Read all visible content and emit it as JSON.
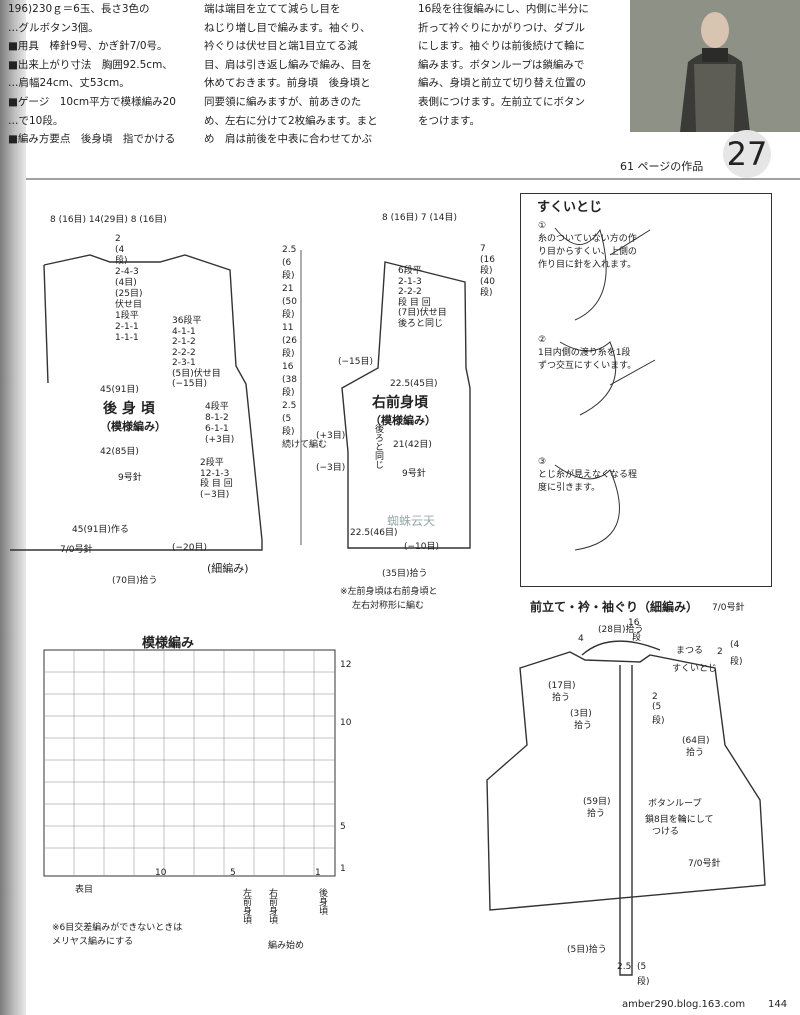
{
  "header": {
    "col1": [
      "196)230ｇ＝6玉、長さ3色の",
      "…グルボタン3個。",
      "■用具　棒針9号、かぎ針7/0号。",
      "■出来上がり寸法　胸囲92.5cm、",
      "…肩幅24cm、丈53cm。",
      "■ゲージ　10cm平方で模様編み20",
      "…で10段。",
      "■編み方要点　後身頃　指でかける"
    ],
    "col2": [
      "端は端目を立てて減らし目を",
      "ねじり増し目で編みます。袖ぐり、",
      "衿ぐりは伏せ目と端1目立てる減",
      "目、肩は引き返し編みで編み、目を",
      "休めておきます。前身頃　後身頃と",
      "同要領に編みますが、前あきのた",
      "め、左右に分けて2枚編みます。まと",
      "め　肩は前後を中表に合わせてかぶ"
    ],
    "col3": [
      "16段を往復編みにし、内側に半分に",
      "折って衿ぐりにかがりつけ、ダブル",
      "にします。袖ぐりは前後続けて輪に",
      "編みます。ボタンループは鎖編みで",
      "編み、身頃と前立て切り替え位置の",
      "表側につけます。左前立てにボタン",
      "をつけます。"
    ]
  },
  "page_ref": "61 ページの作品",
  "page_number": "27",
  "footer": {
    "blog": "amber290.blog.163.com",
    "page": "144"
  },
  "back": {
    "title": "後 身 頃",
    "pattern": "（模様編み）",
    "needle": "9号針",
    "top_w": [
      "8",
      "(16目)",
      "14(29目)",
      "8",
      "(16目)"
    ],
    "neck": [
      "2",
      "(4",
      "段)",
      "2-4-3",
      "(4目)",
      "(25目)",
      "伏せ目",
      "1段平",
      "2-1-1",
      "1-1-1"
    ],
    "arm": [
      "36段平",
      "4-1-1",
      "2-1-2",
      "2-2-2",
      "2-3-1",
      "(5目)伏せ目",
      "(−15目)"
    ],
    "w45": "45(91目)",
    "w42": "42(85目)",
    "side": [
      "4段平",
      "8-1-2",
      "6-1-1",
      "(+3目)"
    ],
    "side2": [
      "2段平",
      "12-1-3",
      "段 目 回",
      "(−3目)"
    ],
    "bottom": [
      "45(91目)作る",
      "7/0号針",
      "(−20目)",
      "(細編み)",
      "(70目)拾う"
    ]
  },
  "vertical": [
    "2.5",
    "(6",
    "段)",
    "21",
    "(50",
    "段)",
    "11",
    "(26",
    "段)",
    "16",
    "(38",
    "段)",
    "2.5",
    "(5",
    "段)",
    "続けて編む"
  ],
  "front": {
    "title": "右前身頃",
    "pattern": "（模様編み）",
    "needle": "9号針",
    "top_w": [
      "8",
      "(16目)",
      "7",
      "(14目)"
    ],
    "height": [
      "7",
      "(16",
      "段)",
      "(40",
      "段)"
    ],
    "shoulder": [
      "6段平",
      "2-1-3",
      "2-2-2",
      "段 目 回",
      "(7目)伏せ目",
      "後ろと同じ"
    ],
    "arm": "(−15目)",
    "w225": "22.5(45目)",
    "w21": "21(42目)",
    "side_same": "後ろと同じ",
    "plus": "(+3目)",
    "minus": "(−3目)",
    "w225b": "22.5(46目)",
    "minus10": "(−10目)",
    "pick": "(35目)拾う",
    "note": [
      "※左前身頃は右前身頃と",
      "左右対称形に編む"
    ],
    "watermark": "蜘蛛云天"
  },
  "chart": {
    "title": "模様編み",
    "legend_label": "表目",
    "rows": [
      "12",
      "10",
      "5",
      "1"
    ],
    "cols": [
      "10",
      "5",
      "1"
    ],
    "markers": [
      "左前身頃",
      "右前身頃",
      "後身頃"
    ],
    "start": "編み始め",
    "note": [
      "※6目交差編みができないときは",
      "メリヤス編みにする"
    ]
  },
  "sukui": {
    "title": "すくいとじ",
    "step1": [
      "①",
      "糸のついていない方の作",
      "り目からすくい、上側の",
      "作り目に針を入れます。"
    ],
    "step2": [
      "②",
      "1目内側の渡り糸を1段",
      "ずつ交互にすくいます。"
    ],
    "step3": [
      "③",
      "とじ糸が見えなくなる程",
      "度に引きます。"
    ]
  },
  "trim": {
    "title": "前立て・衿・袖ぐり（細編み）",
    "hook": "7/0号針",
    "labels": [
      "(28目)拾う",
      "4",
      "16",
      "段",
      "まつる",
      "2",
      "(4",
      "段)",
      "すくいとじ",
      "(17目)",
      "拾う",
      "2",
      "(5",
      "段)",
      "(3目)",
      "拾う",
      "(64目)",
      "拾う",
      "(59目)",
      "拾う",
      "ボタンループ",
      "鎖8目を輪にして",
      "つける",
      "7/0号針",
      "(5目)拾う",
      "2.5",
      "(5",
      "段)"
    ]
  }
}
